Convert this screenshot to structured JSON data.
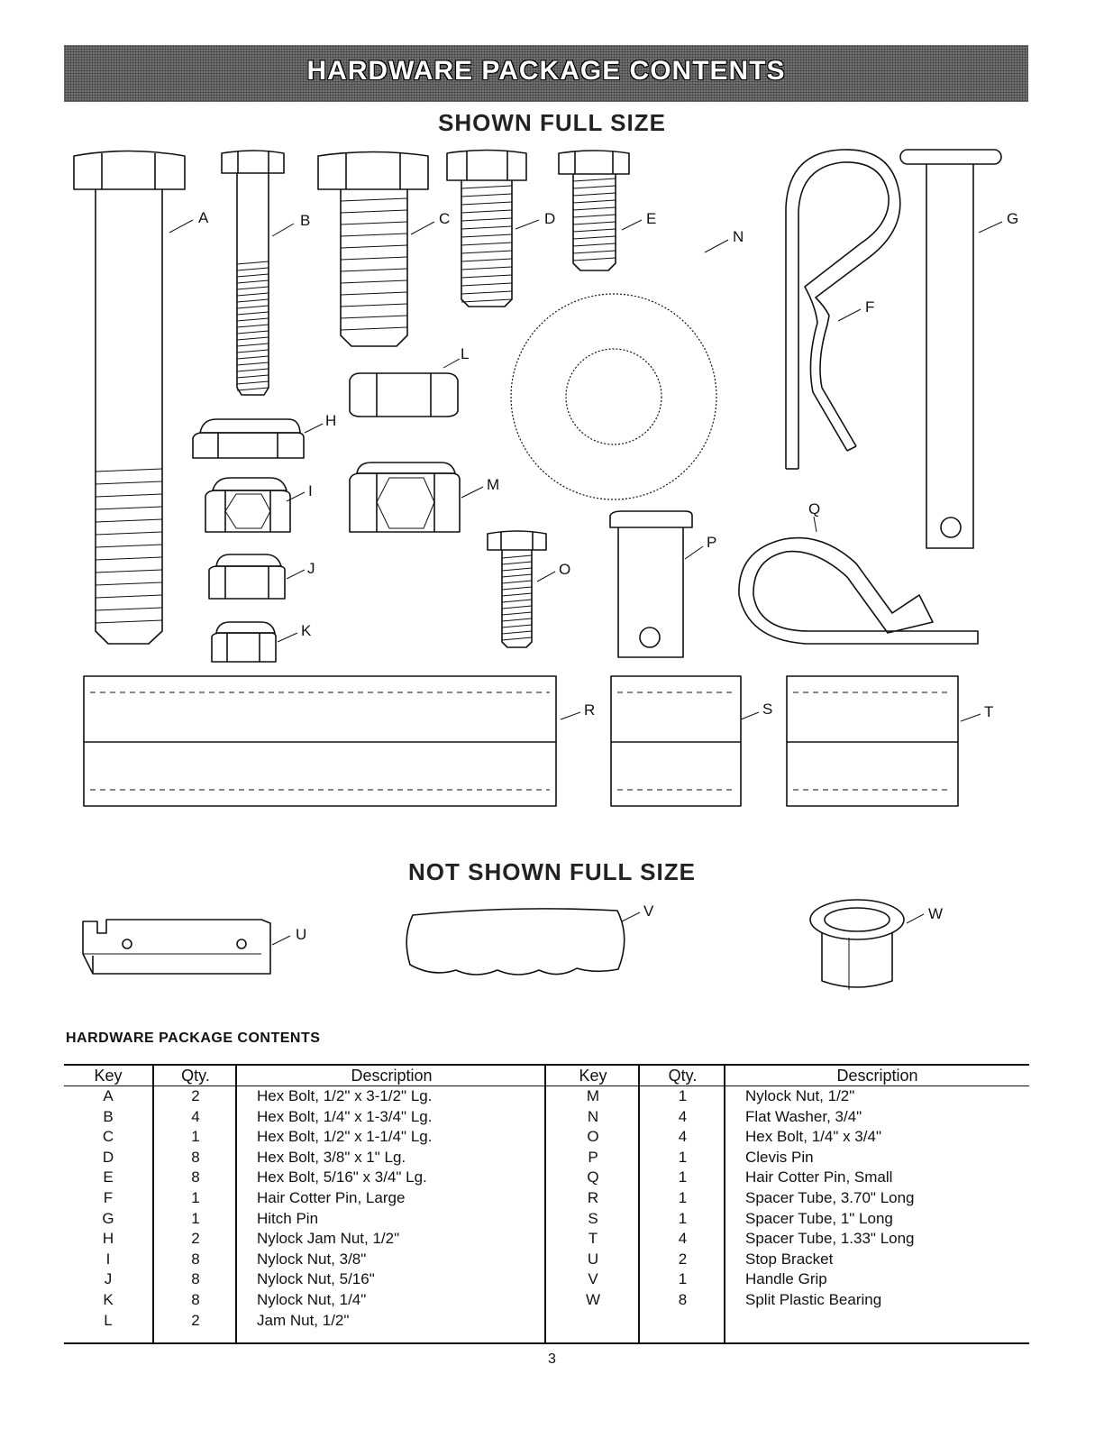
{
  "banner_title": "HARDWARE PACKAGE CONTENTS",
  "section_full": "SHOWN FULL SIZE",
  "section_not_full": "NOT SHOWN FULL SIZE",
  "callouts": [
    "A",
    "B",
    "C",
    "D",
    "E",
    "F",
    "G",
    "H",
    "I",
    "J",
    "K",
    "L",
    "M",
    "N",
    "O",
    "P",
    "Q",
    "R",
    "S",
    "T",
    "U",
    "V",
    "W"
  ],
  "table": {
    "heading": "HARDWARE PACKAGE CONTENTS",
    "headers": {
      "key": "Key",
      "qty": "Qty.",
      "description": "Description"
    },
    "left_rows": [
      {
        "key": "A",
        "qty": "2",
        "description": "Hex Bolt, 1/2\" x 3-1/2\" Lg."
      },
      {
        "key": "B",
        "qty": "4",
        "description": "Hex Bolt, 1/4\" x 1-3/4\" Lg."
      },
      {
        "key": "C",
        "qty": "1",
        "description": "Hex Bolt, 1/2\" x 1-1/4\" Lg."
      },
      {
        "key": "D",
        "qty": "8",
        "description": "Hex Bolt, 3/8\" x 1\" Lg."
      },
      {
        "key": "E",
        "qty": "8",
        "description": "Hex Bolt, 5/16\" x 3/4\" Lg."
      },
      {
        "key": "F",
        "qty": "1",
        "description": "Hair Cotter Pin, Large"
      },
      {
        "key": "G",
        "qty": "1",
        "description": "Hitch Pin"
      },
      {
        "key": "H",
        "qty": "2",
        "description": "Nylock Jam Nut, 1/2\""
      },
      {
        "key": "I",
        "qty": "8",
        "description": "Nylock Nut, 3/8\""
      },
      {
        "key": "J",
        "qty": "8",
        "description": "Nylock Nut, 5/16\""
      },
      {
        "key": "K",
        "qty": "8",
        "description": "Nylock Nut, 1/4\""
      },
      {
        "key": "L",
        "qty": "2",
        "description": "Jam Nut, 1/2\""
      }
    ],
    "right_rows": [
      {
        "key": "M",
        "qty": "1",
        "description": "Nylock Nut, 1/2\""
      },
      {
        "key": "N",
        "qty": "4",
        "description": "Flat Washer, 3/4\""
      },
      {
        "key": "O",
        "qty": "4",
        "description": "Hex Bolt, 1/4\" x 3/4\""
      },
      {
        "key": "P",
        "qty": "1",
        "description": "Clevis Pin"
      },
      {
        "key": "Q",
        "qty": "1",
        "description": "Hair Cotter Pin, Small"
      },
      {
        "key": "R",
        "qty": "1",
        "description": "Spacer Tube, 3.70\" Long"
      },
      {
        "key": "S",
        "qty": "1",
        "description": "Spacer Tube, 1\" Long"
      },
      {
        "key": "T",
        "qty": "4",
        "description": "Spacer Tube, 1.33\" Long"
      },
      {
        "key": "U",
        "qty": "2",
        "description": "Stop Bracket"
      },
      {
        "key": "V",
        "qty": "1",
        "description": "Handle Grip"
      },
      {
        "key": "W",
        "qty": "8",
        "description": "Split Plastic Bearing"
      }
    ]
  },
  "page_number": "3"
}
